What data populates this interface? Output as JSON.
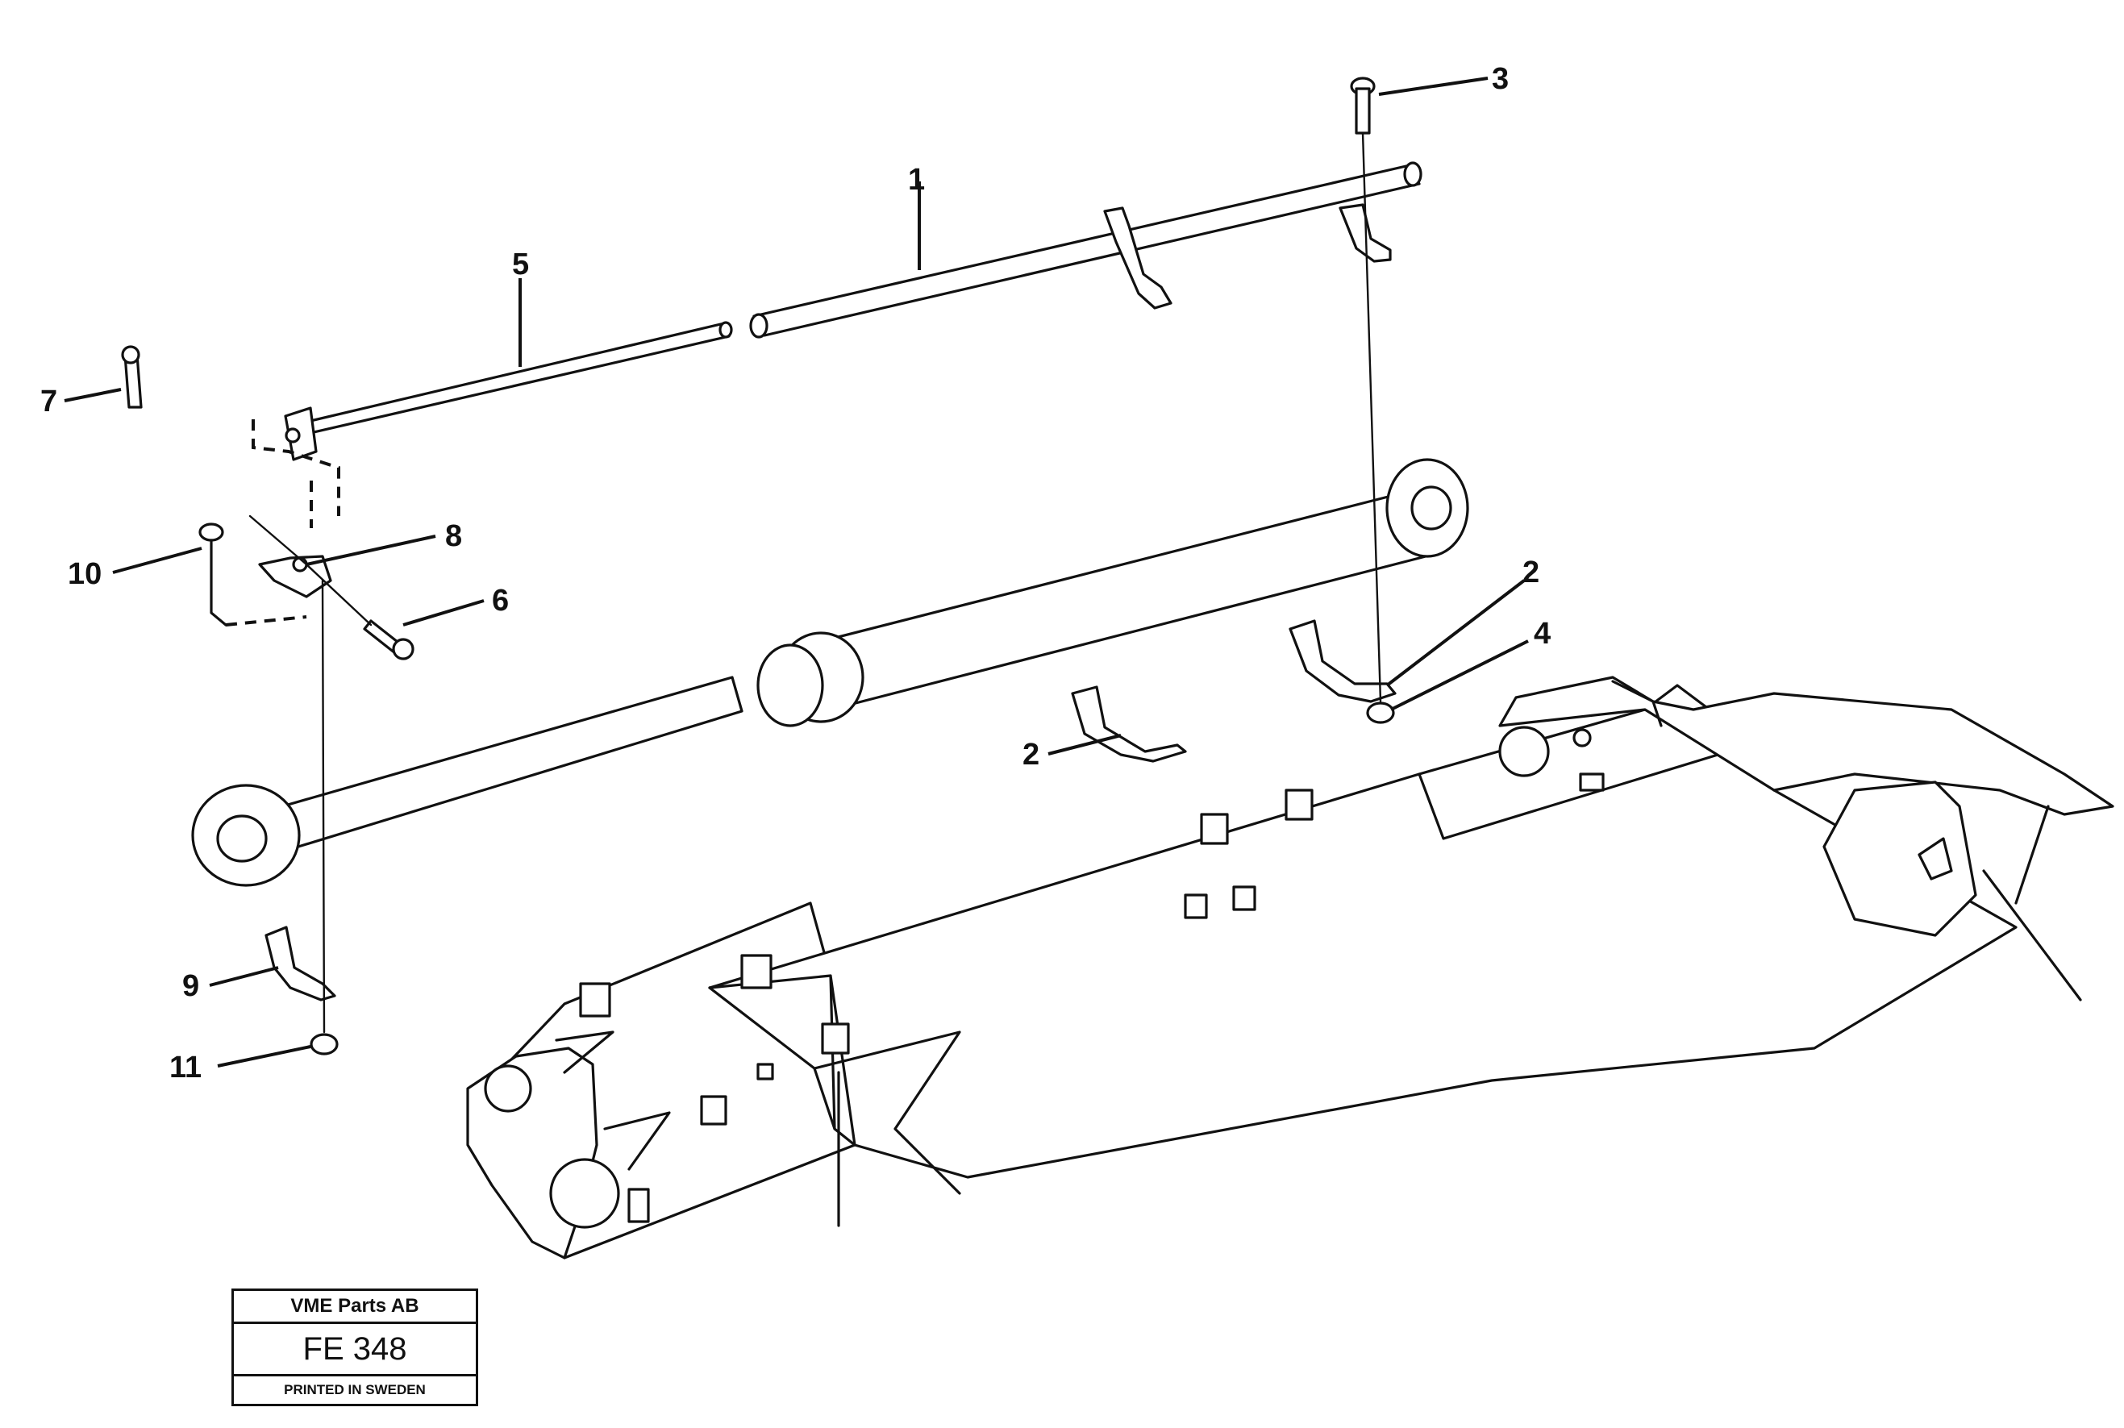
{
  "callouts": {
    "c1": "1",
    "c2a": "2",
    "c2b": "2",
    "c3": "3",
    "c4": "4",
    "c5": "5",
    "c6": "6",
    "c7": "7",
    "c8": "8",
    "c9": "9",
    "c10": "10",
    "c11": "11"
  },
  "title_block": {
    "company": "VME Parts AB",
    "code": "FE 348",
    "printed": "PRINTED IN SWEDEN"
  }
}
